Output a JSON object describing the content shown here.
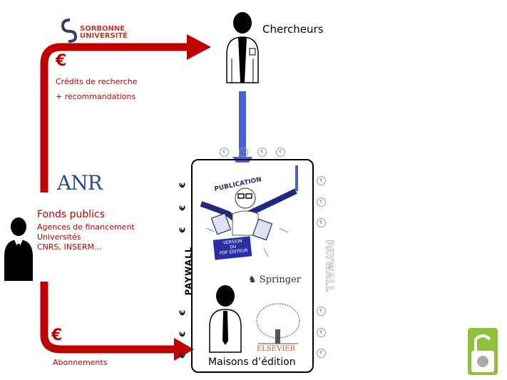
{
  "funding": {
    "title": "Fonds publics",
    "lines": [
      "Agences de financement",
      "Universités",
      "CNRS, INSERM..."
    ]
  },
  "researchers": {
    "label": "Chercheurs"
  },
  "publishers": {
    "label": "Maisons d’édition",
    "paywall_left": "PAYWALL",
    "paywall_right": "PAYWALL"
  },
  "top_flow": {
    "currency": "€",
    "line1": "Crédits de recherche",
    "line2": "+ recommandations"
  },
  "bottom_flow": {
    "currency": "€",
    "label": "Abonnements"
  },
  "logos": {
    "sorbonne_line1": "SORBONNE",
    "sorbonne_line2": "UNIVERSITÉ",
    "anr": "ANR",
    "springer": "Springer",
    "elsevier": "ELSEVIER"
  },
  "publication_sketch": {
    "title": "PUBLICATION",
    "stamp_line1": "VERSION",
    "stamp_line2": "DU",
    "stamp_line3": "PDF ÉDITEUR"
  },
  "paywall_euros": [
    "€",
    "€",
    "€",
    "€",
    "€",
    "€",
    "€"
  ],
  "colors": {
    "flow": "#c00000",
    "publish_arrow": "#4a5fd6",
    "logo_red": "#c0392b",
    "anr_blue": "#2a4b9b",
    "oa_green": "#8fc23a"
  }
}
